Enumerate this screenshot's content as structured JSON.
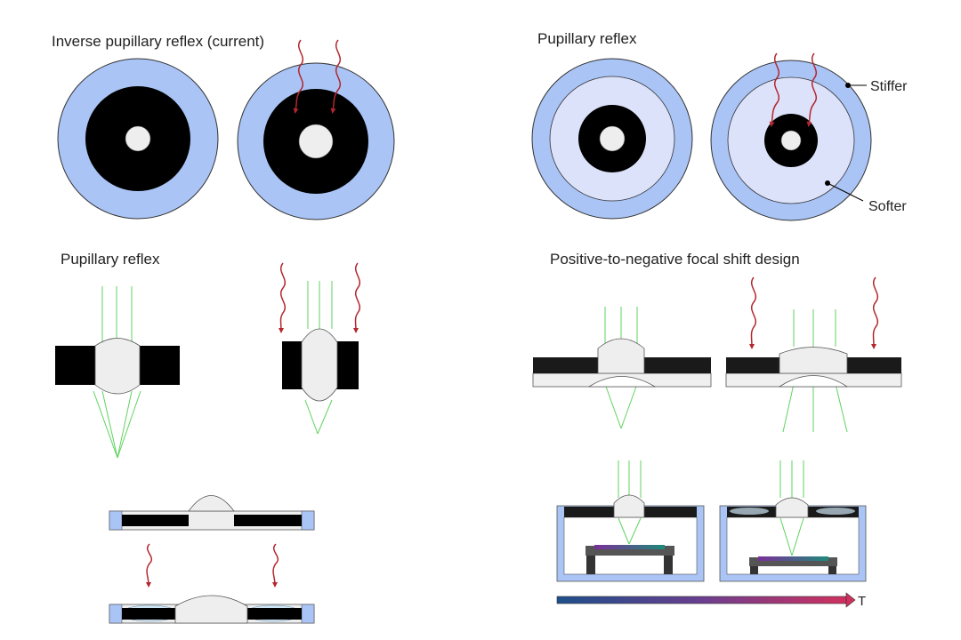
{
  "headings": {
    "inverse": "Inverse pupillary reflex (current)",
    "pupillary_top": "Pupillary reflex",
    "pupillary_mid": "Pupillary reflex",
    "focal_shift": "Positive-to-negative focal shift design"
  },
  "callouts": {
    "stiffer": "Stiffer",
    "softer": "Softer"
  },
  "axis": {
    "temperature_label": "T"
  },
  "colors": {
    "ring_blue": "#a9c4f5",
    "inner_lavender": "#dde2fb",
    "iris_black": "#000000",
    "lens_gray": "#eeeeee",
    "light_ray_green": "#5fd35f",
    "stimulus_red": "#b3262e",
    "gradient_start": "#1d4f8a",
    "gradient_mid": "#6a3f8f",
    "gradient_end": "#d0305f"
  },
  "icons": {
    "stimulus": "wavy-arrow-icon"
  }
}
